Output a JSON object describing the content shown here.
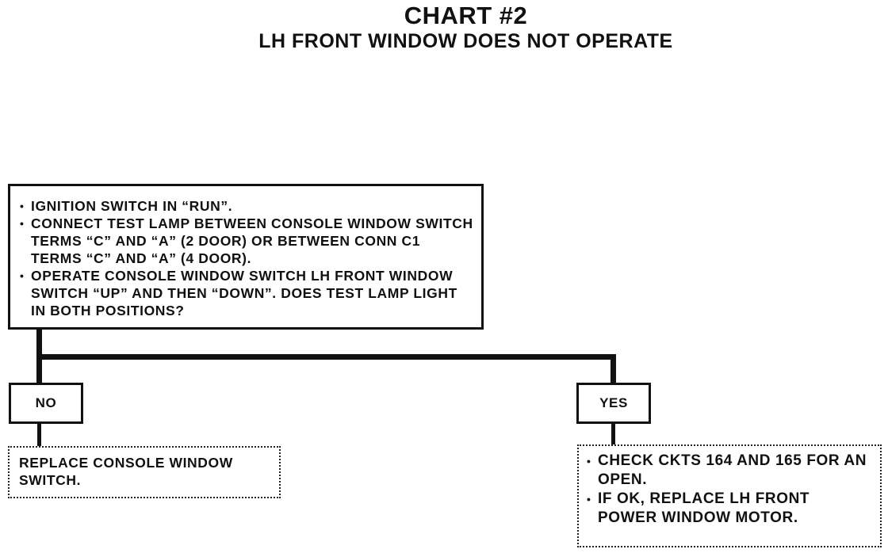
{
  "title": "CHART #2",
  "subtitle": "LH FRONT WINDOW DOES NOT OPERATE",
  "start": {
    "bullets": [
      "IGNITION SWITCH IN “RUN”.",
      "CONNECT TEST LAMP BETWEEN CONSOLE WINDOW SWITCH TERMS “C” AND “A” (2 DOOR) OR BETWEEN CONN C1 TERMS “C” AND “A” (4 DOOR).",
      "OPERATE CONSOLE WINDOW SWITCH LH FRONT WINDOW SWITCH “UP” AND THEN “DOWN”. DOES TEST LAMP LIGHT IN BOTH POSITIONS?"
    ],
    "bullet_symbol": "•"
  },
  "branches": {
    "no": {
      "label": "NO",
      "result": "REPLACE CONSOLE WINDOW SWITCH."
    },
    "yes": {
      "label": "YES",
      "bullets": [
        "CHECK CKTS 164 AND 165 FOR AN OPEN.",
        "IF OK, REPLACE LH FRONT POWER WINDOW MOTOR."
      ]
    }
  },
  "colors": {
    "ink": "#111111",
    "background": "#ffffff"
  }
}
